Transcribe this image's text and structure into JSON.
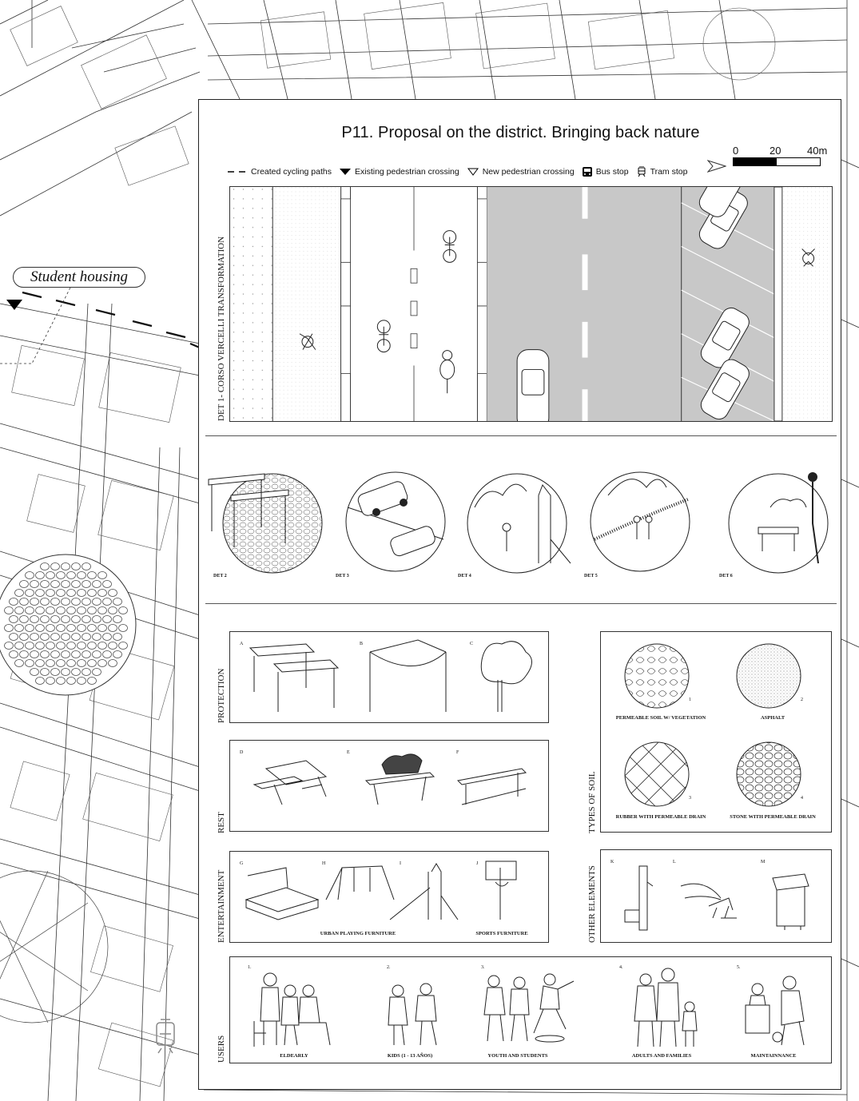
{
  "map": {
    "label": "Student housing"
  },
  "sheet": {
    "title": "P11. Proposal on the district. Bringing back nature",
    "scale": {
      "ticks": [
        "0",
        "20",
        "40m"
      ]
    },
    "legend": [
      {
        "icon": "dashed-line-icon",
        "label": "Created cycling paths"
      },
      {
        "icon": "filled-triangle-icon",
        "label": "Existing pedestrian crossing"
      },
      {
        "icon": "outline-triangle-icon",
        "label": "New pedestrian crossing"
      },
      {
        "icon": "bus-icon",
        "label": "Bus stop"
      },
      {
        "icon": "tram-icon",
        "label": "Tram stop"
      }
    ],
    "section_label": "DET 1- CORSO VERCELLI TRANSFORMATION",
    "details": [
      "DET 2",
      "DET 3",
      "DET 4",
      "DET 5",
      "DET 6"
    ],
    "categories": {
      "protection": {
        "label": "PROTECTION",
        "items": [
          "A",
          "B",
          "C"
        ]
      },
      "rest": {
        "label": "REST",
        "items": [
          "D",
          "E",
          "F"
        ]
      },
      "entertainment": {
        "label": "ENTERTAINMENT",
        "items": [
          "G",
          "H",
          "I",
          "J"
        ],
        "captions": [
          "URBAN PLAYING FURNITURE",
          "SPORTS FURNITURE"
        ]
      },
      "soil": {
        "label": "TYPES OF SOIL",
        "items": [
          {
            "num": "1",
            "caption": "PERMEABLE SOIL W/ VEGETATION"
          },
          {
            "num": "2",
            "caption": "ASPHALT"
          },
          {
            "num": "3",
            "caption": "RUBBER WITH PERMEABLE DRAIN"
          },
          {
            "num": "4",
            "caption": "STONE WITH PERMEABLE DRAIN"
          }
        ]
      },
      "other": {
        "label": "OTHER ELEMENTS",
        "items": [
          "K",
          "L",
          "M"
        ]
      },
      "users": {
        "label": "USERS",
        "items": [
          {
            "num": "1.",
            "caption": "ELDEARLY"
          },
          {
            "num": "2.",
            "caption": "KIDS (1 - 13 AÑOS)"
          },
          {
            "num": "3.",
            "caption": "YOUTH AND STUDENTS"
          },
          {
            "num": "4.",
            "caption": "ADULTS AND FAMILIES"
          },
          {
            "num": "5.",
            "caption": "MAINTAINNANCE"
          }
        ]
      }
    }
  },
  "colors": {
    "line": "#222222",
    "road": "#c8c8c8",
    "accent": "#000000"
  }
}
